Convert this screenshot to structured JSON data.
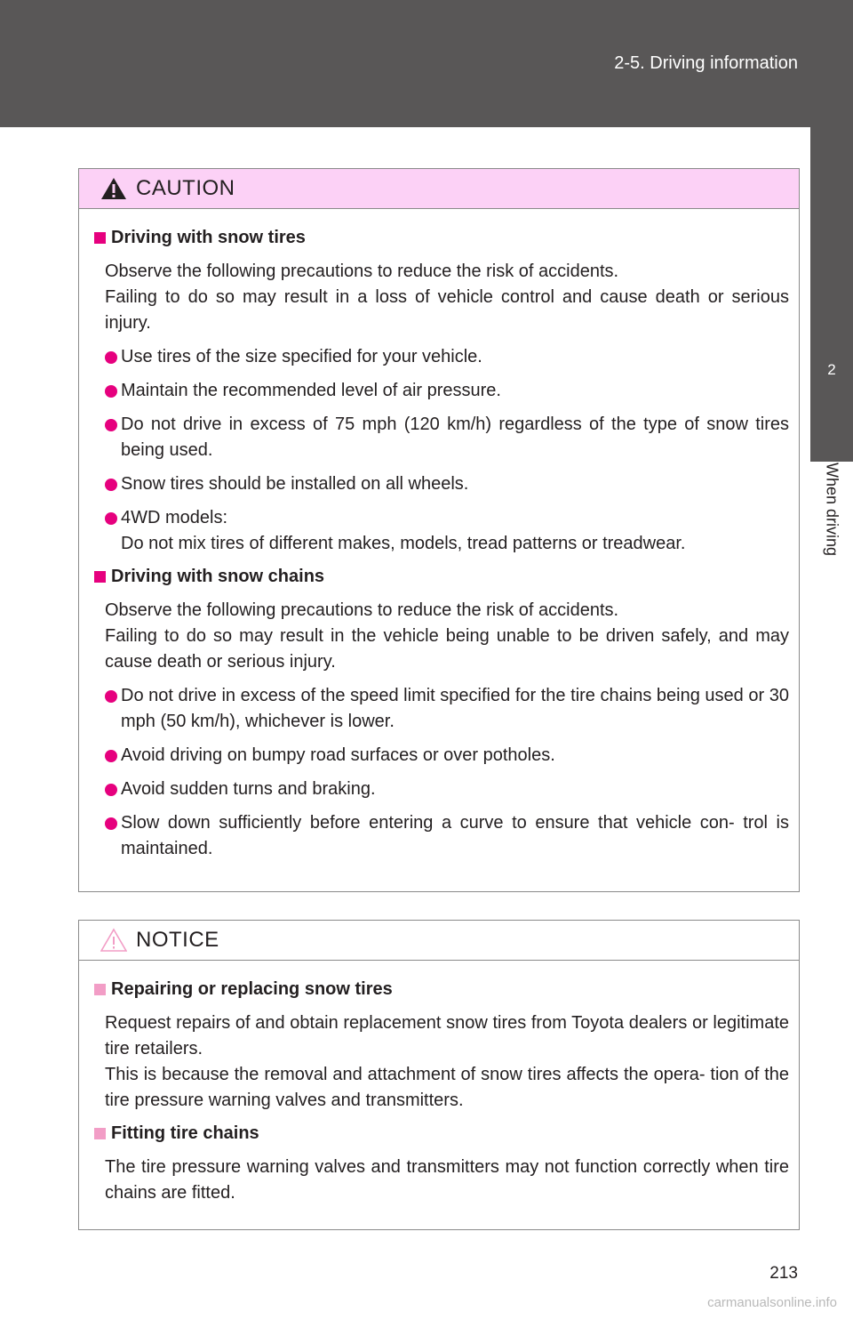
{
  "header": {
    "section": "2-5. Driving information"
  },
  "side_tab": {
    "number": "2",
    "label": "When driving"
  },
  "caution": {
    "title": "CAUTION",
    "sections": [
      {
        "heading": "Driving with snow tires",
        "lines": [
          "Observe the following precautions to reduce the risk of accidents.",
          "Failing to do so may result in a loss of vehicle control and cause death or serious injury."
        ],
        "bullets": [
          "Use tires of the size specified for your vehicle.",
          "Maintain the recommended level of air pressure.",
          "Do not drive in excess of 75 mph (120 km/h) regardless of the type of snow tires being used.",
          "Snow tires should be installed on all wheels.",
          "4WD models:",
          "Do not mix tires of different makes, models, tread patterns or treadwear."
        ]
      },
      {
        "heading": "Driving with snow chains",
        "lines": [
          "Observe the following precautions to reduce the risk of accidents.",
          "Failing to do so may result in the vehicle being unable to be driven safely, and may cause death or serious injury."
        ],
        "bullets": [
          "Do not drive in excess of the speed limit specified for the tire chains being used or 30 mph (50 km/h), whichever is lower.",
          "Avoid driving on bumpy road surfaces or over potholes.",
          "Avoid sudden turns and braking.",
          "Slow down sufficiently before entering a curve to ensure that vehicle con- trol is maintained."
        ]
      }
    ]
  },
  "notice": {
    "title": "NOTICE",
    "sections": [
      {
        "heading": "Repairing or replacing snow tires",
        "lines": [
          "Request repairs of and obtain replacement snow tires from Toyota dealers or legitimate tire retailers.",
          "This is because the removal and attachment of snow tires affects the opera- tion of the tire pressure warning valves and transmitters."
        ]
      },
      {
        "heading": "Fitting tire chains",
        "lines": [
          "The tire pressure warning valves and transmitters may not function correctly when tire chains are fitted."
        ]
      }
    ]
  },
  "page_number": "213",
  "watermark": "carmanualsonline.info",
  "colors": {
    "header_bar": "#595757",
    "caution_header_bg": "#fcd1f6",
    "caution_accent": "#e6007e",
    "notice_accent": "#f29dc6",
    "border": "#8a8a8a"
  },
  "icons": {
    "caution": "warning-triangle-icon",
    "notice": "warning-triangle-outline-icon"
  }
}
